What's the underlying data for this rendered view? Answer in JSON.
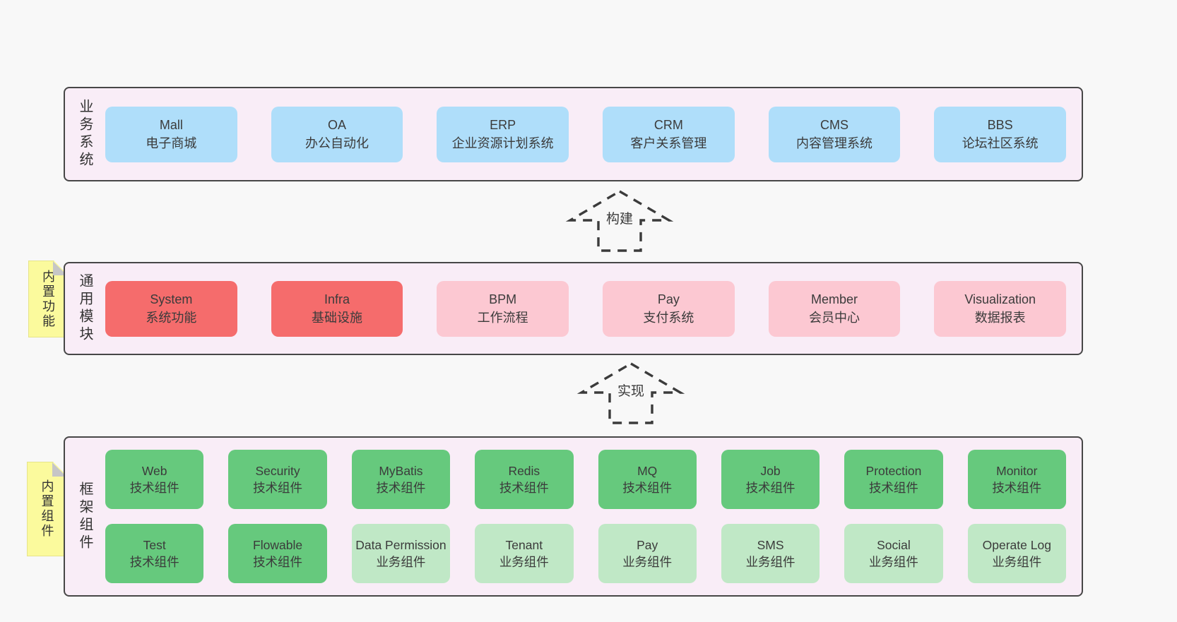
{
  "colors": {
    "canvas_bg": "#f8f8f8",
    "layer_bg": "#f9edf7",
    "layer_border": "#474747",
    "box_blue": "#afdefa",
    "box_red": "#f56c6c",
    "box_pink": "#fcc8d2",
    "box_green_dark": "#66c97d",
    "box_green_light": "#c0e8c6",
    "sticky_yellow": "#fbfa9d",
    "sticky_fold_gray": "#c6c6c6",
    "text": "#3b3b3b"
  },
  "arrows": [
    {
      "label": "构建"
    },
    {
      "label": "实现"
    }
  ],
  "layers": [
    {
      "label": "业务系统",
      "boxes": [
        {
          "name": "Mall",
          "desc": "电子商城"
        },
        {
          "name": "OA",
          "desc": "办公自动化"
        },
        {
          "name": "ERP",
          "desc": "企业资源计划系统"
        },
        {
          "name": "CRM",
          "desc": "客户关系管理"
        },
        {
          "name": "CMS",
          "desc": "内容管理系统"
        },
        {
          "name": "BBS",
          "desc": "论坛社区系统"
        }
      ]
    },
    {
      "label": "通用模块",
      "sticky": "内置功能",
      "boxes": [
        {
          "name": "System",
          "desc": "系统功能"
        },
        {
          "name": "Infra",
          "desc": "基础设施"
        },
        {
          "name": "BPM",
          "desc": "工作流程"
        },
        {
          "name": "Pay",
          "desc": "支付系统"
        },
        {
          "name": "Member",
          "desc": "会员中心"
        },
        {
          "name": "Visualization",
          "desc": "数据报表"
        }
      ]
    },
    {
      "label": "框架组件",
      "sticky": "内置组件",
      "row1": [
        {
          "name": "Web",
          "desc": "技术组件"
        },
        {
          "name": "Security",
          "desc": "技术组件"
        },
        {
          "name": "MyBatis",
          "desc": "技术组件"
        },
        {
          "name": "Redis",
          "desc": "技术组件"
        },
        {
          "name": "MQ",
          "desc": "技术组件"
        },
        {
          "name": "Job",
          "desc": "技术组件"
        },
        {
          "name": "Protection",
          "desc": "技术组件"
        },
        {
          "name": "Monitor",
          "desc": "技术组件"
        }
      ],
      "row2": [
        {
          "name": "Test",
          "desc": "技术组件"
        },
        {
          "name": "Flowable",
          "desc": "技术组件"
        },
        {
          "name": "Data Permission",
          "desc": "业务组件"
        },
        {
          "name": "Tenant",
          "desc": "业务组件"
        },
        {
          "name": "Pay",
          "desc": "业务组件"
        },
        {
          "name": "SMS",
          "desc": "业务组件"
        },
        {
          "name": "Social",
          "desc": "业务组件"
        },
        {
          "name": "Operate Log",
          "desc": "业务组件"
        }
      ]
    }
  ]
}
